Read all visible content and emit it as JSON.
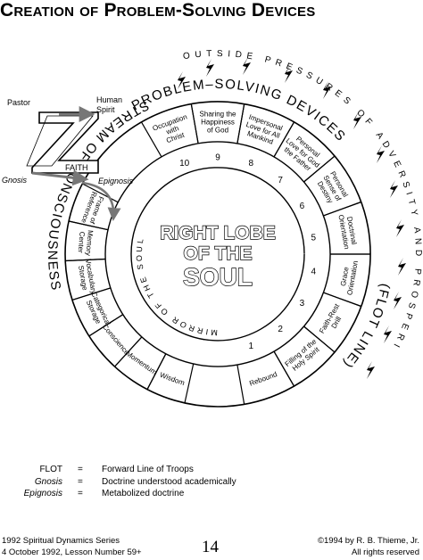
{
  "title": "Creation of Problem-Solving Devices",
  "diagram": {
    "outer_arc_text": "OUTSIDE PRESSURES OF ADVERSITY AND PROSPERITY",
    "band_title": "PROBLEM–SOLVING DEVICES",
    "band_right": "(FLOT LINE)",
    "stream_text": "STREAM OF CONSCIOUSNESS",
    "center_text": [
      "RIGHT LOBE",
      "OF THE",
      "SOUL"
    ],
    "mirror_text": "MIRROR OF THE SOUL",
    "zigzag": {
      "pastor": "Pastor",
      "human_spirit": [
        "Human",
        "Spirit"
      ],
      "faith": "FAITH",
      "gnosis": "Gnosis",
      "epignosis": "Epignosis"
    },
    "devices": [
      {
        "number": "1",
        "label": [
          "Rebound"
        ]
      },
      {
        "number": "2",
        "label": [
          "Filling of the",
          "Holy Spirit"
        ]
      },
      {
        "number": "3",
        "label": [
          "Faith-Rest",
          "Drill"
        ]
      },
      {
        "number": "4",
        "label": [
          "Grace",
          "Orientation"
        ]
      },
      {
        "number": "5",
        "label": [
          "Doctrinal",
          "Orientation"
        ]
      },
      {
        "number": "6",
        "label": [
          "Personal",
          "Sense of",
          "Destiny"
        ]
      },
      {
        "number": "7",
        "label": [
          "Personal",
          "Love for God",
          "the Father"
        ]
      },
      {
        "number": "8",
        "label": [
          "Impersonal",
          "Love for All",
          "Mankind"
        ]
      },
      {
        "number": "9",
        "label": [
          "Sharing the",
          "Happiness",
          "of God"
        ]
      },
      {
        "number": "10",
        "label": [
          "Occupation",
          "with",
          "Christ"
        ]
      }
    ],
    "stream_cells": [
      {
        "label": [
          "Wisdom"
        ]
      },
      {
        "label": [
          "Momentum"
        ]
      },
      {
        "label": [
          "Conscience"
        ]
      },
      {
        "label": [
          "Categorical",
          "Storage"
        ]
      },
      {
        "label": [
          "Vocabulary",
          "Storage"
        ]
      },
      {
        "label": [
          "Memory",
          "Center"
        ]
      },
      {
        "label": [
          "Frame of",
          "Reference"
        ]
      }
    ]
  },
  "legend": [
    {
      "term": "FLOT",
      "eq": "=",
      "definition": "Forward Line of Troops"
    },
    {
      "term": "Gnosis",
      "eq": "=",
      "definition": "Doctrine understood academically"
    },
    {
      "term": "Epignosis",
      "eq": "=",
      "definition": "Metabolized doctrine"
    }
  ],
  "footer": {
    "series": "1992 Spiritual Dynamics Series",
    "date_lesson": "4 October 1992, Lesson Number 59+",
    "page_number": "14",
    "copyright": "©1994 by R. B. Thieme, Jr.",
    "rights": "All rights reserved"
  }
}
